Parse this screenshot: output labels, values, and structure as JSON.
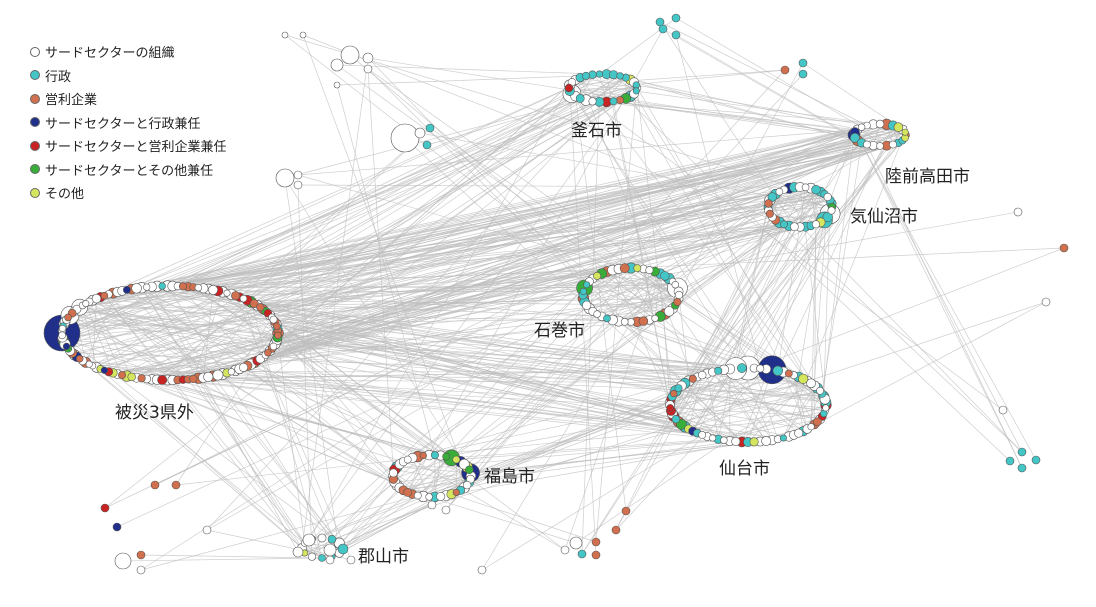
{
  "legend": {
    "items": [
      {
        "label": "サードセクターの組織",
        "color": "#ffffff"
      },
      {
        "label": "行政",
        "color": "#45c6c6"
      },
      {
        "label": "営利企業",
        "color": "#d0704e"
      },
      {
        "label": "サードセクターと行政兼任",
        "color": "#1f2f8a"
      },
      {
        "label": "サードセクターと営利企業兼任",
        "color": "#c82424"
      },
      {
        "label": "サードセクターとその他兼任",
        "color": "#39ad3a"
      },
      {
        "label": "その他",
        "color": "#d5e65e"
      }
    ]
  },
  "clusters": {
    "outside": {
      "label": "被災3県外"
    },
    "kamaishi": {
      "label": "釜石市"
    },
    "rikuzentakata": {
      "label": "陸前高田市"
    },
    "kesennuma": {
      "label": "気仙沼市"
    },
    "ishinomaki": {
      "label": "石巻市"
    },
    "sendai": {
      "label": "仙台市"
    },
    "fukushima": {
      "label": "福島市"
    },
    "koriyama": {
      "label": "郡山市"
    }
  },
  "colors": {
    "edge": "#bdbdbd",
    "node_stroke": "#555555"
  }
}
